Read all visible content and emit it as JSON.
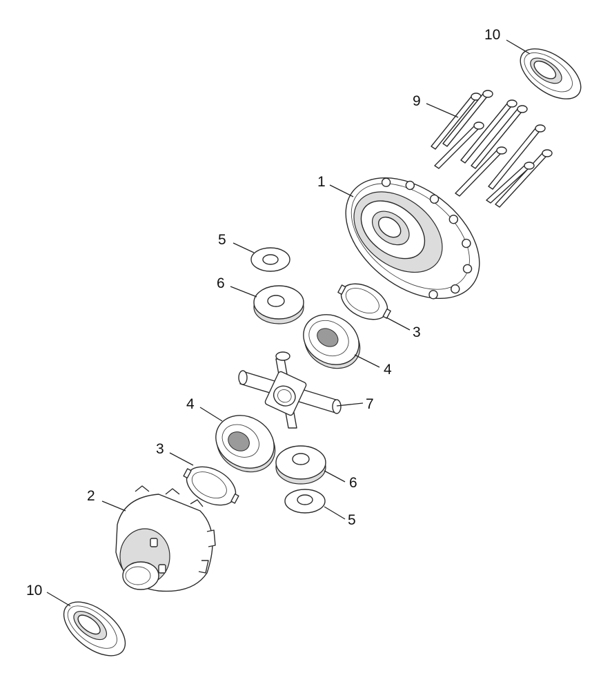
{
  "callouts": [
    {
      "id": "c10a",
      "text": "10"
    },
    {
      "id": "c9",
      "text": "9"
    },
    {
      "id": "c1",
      "text": "1"
    },
    {
      "id": "c5a",
      "text": "5"
    },
    {
      "id": "c6a",
      "text": "6"
    },
    {
      "id": "c3a",
      "text": "3"
    },
    {
      "id": "c4a",
      "text": "4"
    },
    {
      "id": "c7",
      "text": "7"
    },
    {
      "id": "c4b",
      "text": "4"
    },
    {
      "id": "c3b",
      "text": "3"
    },
    {
      "id": "c6b",
      "text": "6"
    },
    {
      "id": "c2",
      "text": "2"
    },
    {
      "id": "c5b",
      "text": "5"
    },
    {
      "id": "c10b",
      "text": "10"
    }
  ]
}
